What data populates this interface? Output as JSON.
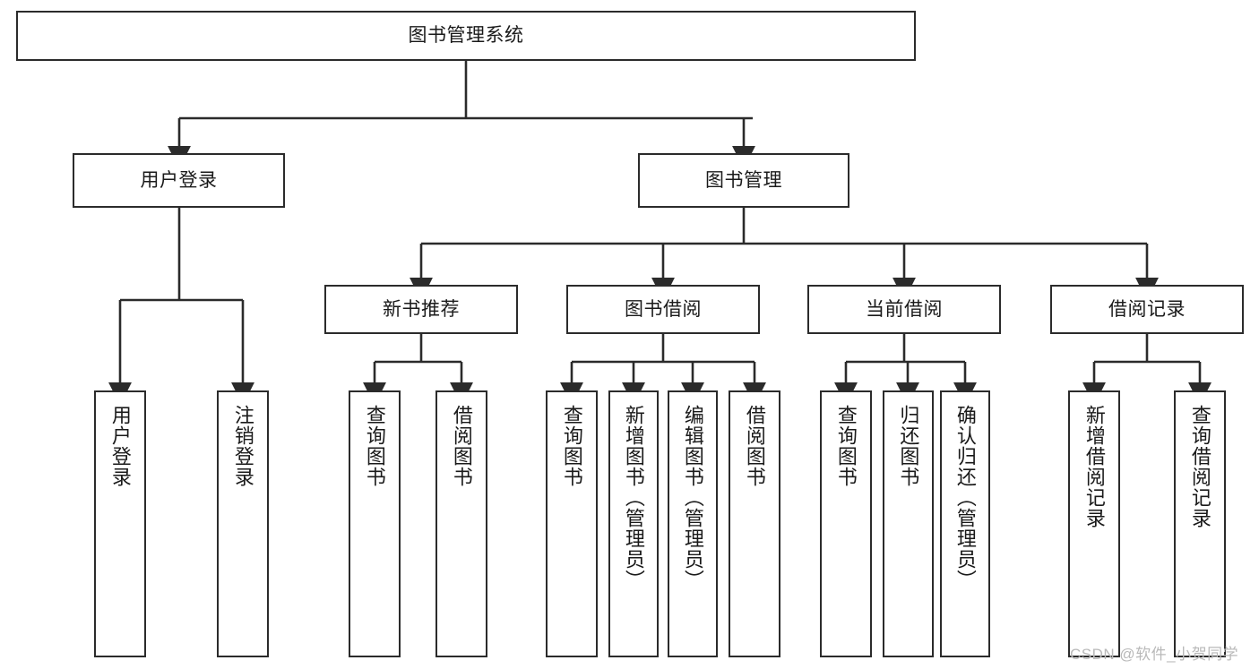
{
  "diagram": {
    "title_node": {
      "label": "图书管理系统"
    },
    "level2": [
      {
        "id": "user-login",
        "label": "用户登录"
      },
      {
        "id": "book-management",
        "label": "图书管理"
      }
    ],
    "level3": [
      {
        "id": "new-book-recommend",
        "label": "新书推荐"
      },
      {
        "id": "book-borrow",
        "label": "图书借阅"
      },
      {
        "id": "current-borrow",
        "label": "当前借阅"
      },
      {
        "id": "borrow-record",
        "label": "借阅记录"
      }
    ],
    "leaves": [
      {
        "id": "leaf-user-login",
        "label": "用户登录"
      },
      {
        "id": "leaf-logout-login",
        "label": "注销登录"
      },
      {
        "id": "leaf-query-book-1",
        "label": "查询图书"
      },
      {
        "id": "leaf-borrow-book-1",
        "label": "借阅图书"
      },
      {
        "id": "leaf-query-book-2",
        "label": "查询图书"
      },
      {
        "id": "leaf-add-book-admin",
        "label": "新增图书（管理员）"
      },
      {
        "id": "leaf-edit-book-admin",
        "label": "编辑图书（管理员）"
      },
      {
        "id": "leaf-borrow-book-2",
        "label": "借阅图书"
      },
      {
        "id": "leaf-query-book-3",
        "label": "查询图书"
      },
      {
        "id": "leaf-return-book",
        "label": "归还图书"
      },
      {
        "id": "leaf-confirm-return-admin",
        "label": "确认归还（管理员）"
      },
      {
        "id": "leaf-add-borrow-record",
        "label": "新增借阅记录"
      },
      {
        "id": "leaf-query-borrow-record",
        "label": "查询借阅记录"
      }
    ],
    "watermark": "CSDN @软件_小贺同学",
    "colors": {
      "stroke": "#2b2b2b",
      "fill": "#ffffff",
      "text": "#1a1a1a",
      "watermark": "#b9b9b9"
    }
  }
}
